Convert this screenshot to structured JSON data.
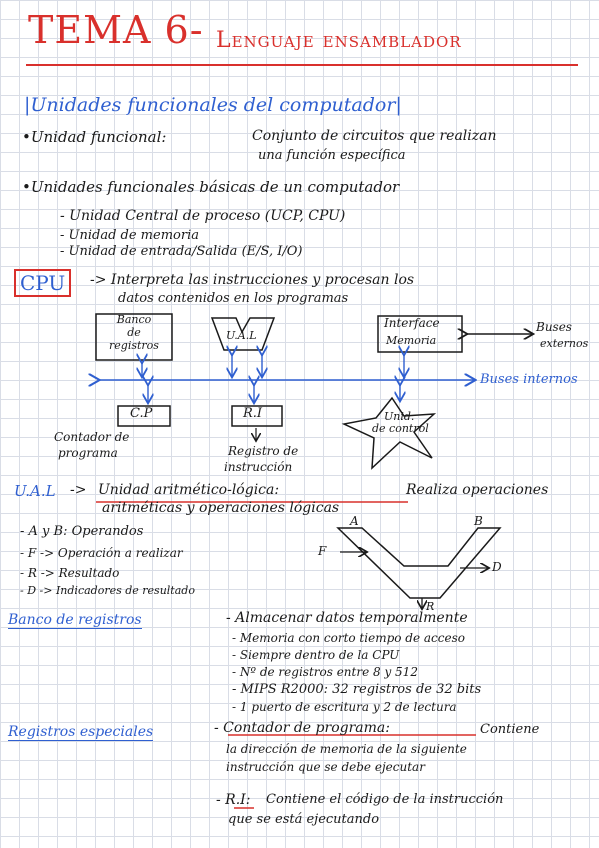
{
  "title": {
    "main": "TEMA 6-",
    "sub": "Lenguaje ensamblador"
  },
  "section1": {
    "heading": "|Unidades funcionales del computador|",
    "uf_label": "•Unidad funcional:",
    "uf_def_1": "Conjunto de circuitos que realizan",
    "uf_def_2": "una función específica",
    "basic_title": "•Unidades funcionales básicas de un computador",
    "items": [
      "- Unidad Central de proceso (UCP, CPU)",
      "- Unidad de memoria",
      "- Unidad de entrada/Salida (E/S, I/O)"
    ]
  },
  "cpu": {
    "label": "CPU",
    "desc_1": "-> Interpreta las instrucciones y procesan los",
    "desc_2": "datos contenidos en los programas",
    "banco_1": "Banco",
    "banco_2": "de",
    "banco_3": "registros",
    "ual": "U.A.L",
    "iface_1": "Interface",
    "iface_2": "Memoria",
    "buses_ext_1": "Buses",
    "buses_ext_2": "externos",
    "buses_int": "Buses internos",
    "cp": "C.P",
    "ri": "R.I",
    "uc_1": "Unid.",
    "uc_2": "de control",
    "cp_desc_1": "Contador de",
    "cp_desc_2": "programa",
    "ri_desc_1": "Registro de",
    "ri_desc_2": "instrucción"
  },
  "ual_section": {
    "label": "U.A.L",
    "arrow": "->",
    "name": "Unidad aritmético-lógica:",
    "def_1": "Realiza operaciones",
    "def_2": "aritméticas y operaciones lógicas",
    "items": [
      "- A y B: Operandos",
      "- F -> Operación a realizar",
      "- R -> Resultado",
      "- D -> Indicadores de resultado"
    ],
    "diagram": {
      "a": "A",
      "b": "B",
      "f": "F",
      "d": "D",
      "r": "R"
    }
  },
  "banco_section": {
    "label": "Banco de registros",
    "items": [
      "- Almacenar datos temporalmente",
      "- Memoria con corto tiempo de acceso",
      "- Siempre dentro de la CPU",
      "- Nº de registros entre 8 y 512",
      "- MIPS R2000: 32 registros de 32 bits",
      "- 1 puerto de escritura y 2 de lectura"
    ]
  },
  "especiales_section": {
    "label": "Registros especiales",
    "cp_name": "- Contador de programa:",
    "cp_def_1": "Contiene",
    "cp_def_2": "la dirección de memoria de la siguiente",
    "cp_def_3": "instrucción que se debe ejecutar",
    "ri_name": "- R.I:",
    "ri_def_1": "Contiene el código de la instrucción",
    "ri_def_2": "que se está ejecutando"
  },
  "colors": {
    "red": "#d9302c",
    "blue": "#2f5fd0",
    "ink": "#1a1a1a"
  }
}
